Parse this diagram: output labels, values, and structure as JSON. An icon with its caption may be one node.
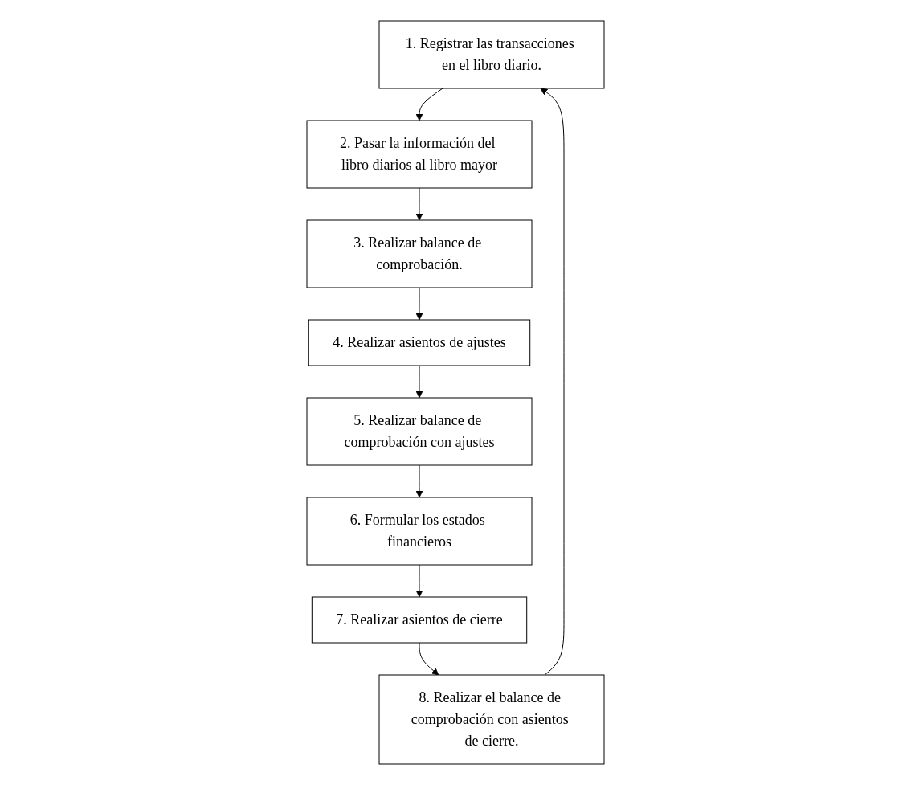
{
  "diagram": {
    "nodes": [
      {
        "text": [
          "1. Registrar las transacciones en el libro diario."
        ]
      },
      {
        "text": [
          "2. Pasar la información del libro diarios al libro mayor"
        ]
      },
      {
        "text": [
          "3. Realizar balance de comprobación."
        ]
      },
      {
        "text": [
          "4. Realizar asientos de ajustes"
        ]
      },
      {
        "text": [
          "5. Realizar balance de comprobación con ajustes"
        ]
      },
      {
        "text": [
          "6. Formular los estados financieros"
        ]
      },
      {
        "text": [
          "7. Realizar asientos de cierre"
        ]
      },
      {
        "text": [
          "8. Realizar el balance de comprobación con asientos de cierre."
        ]
      }
    ],
    "edges": [
      {
        "from": 0,
        "to": 1,
        "arrow": "to"
      },
      {
        "from": 1,
        "to": 2,
        "arrow": "to"
      },
      {
        "from": 2,
        "to": 3,
        "arrow": "to"
      },
      {
        "from": 3,
        "to": 4,
        "arrow": "to"
      },
      {
        "from": 4,
        "to": 5,
        "arrow": "to"
      },
      {
        "from": 5,
        "to": 6,
        "arrow": "to"
      },
      {
        "from": 6,
        "to": 7,
        "arrow": "to"
      },
      {
        "from": 7,
        "to": 0,
        "arrow": "to"
      }
    ]
  }
}
